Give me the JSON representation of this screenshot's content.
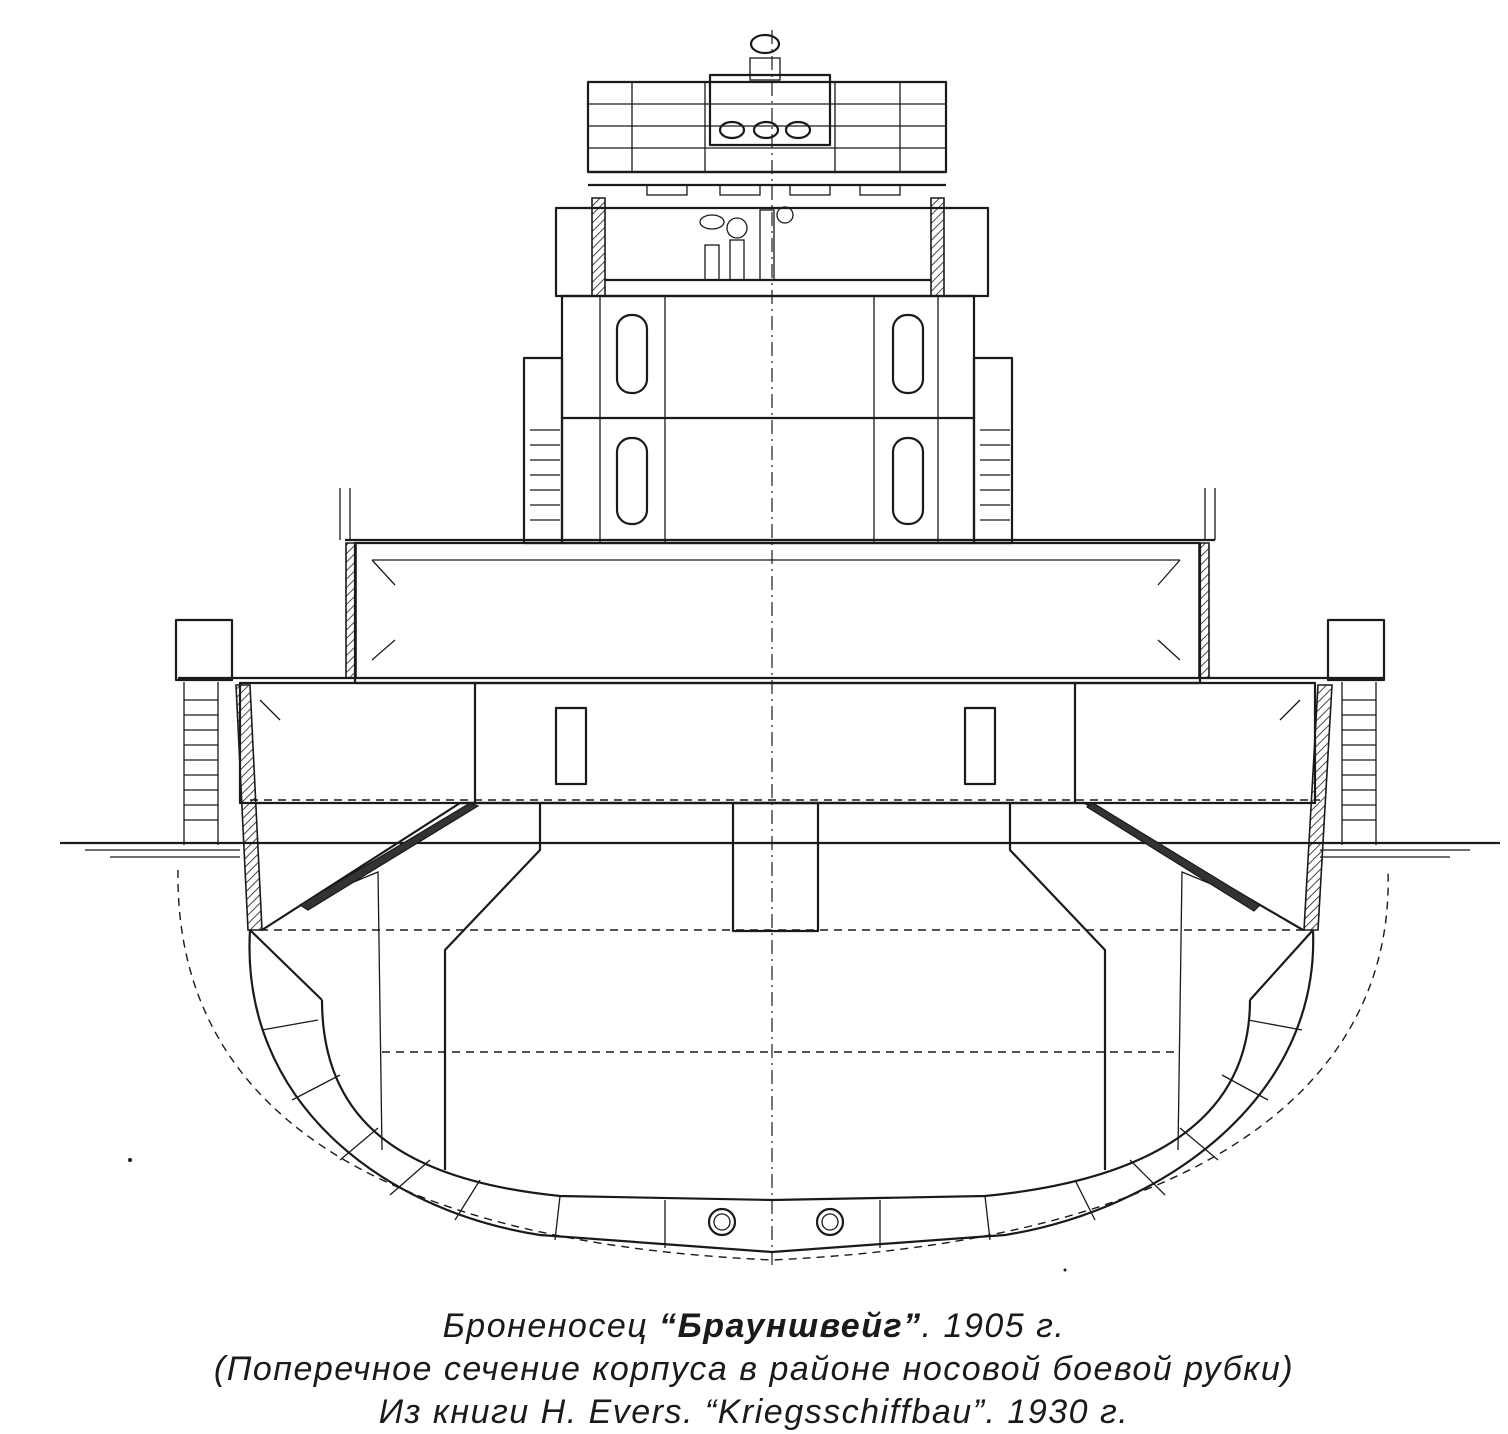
{
  "caption": {
    "line1_prefix": "Броненосец ",
    "line1_name": "“Брауншвейг”",
    "line1_suffix": ". 1905 г.",
    "line2": "(Поперечное сечение корпуса в районе носовой боевой рубки)",
    "line3": "Из книги H. Evers. “Kriegsschiffbau”. 1930 г."
  }
}
